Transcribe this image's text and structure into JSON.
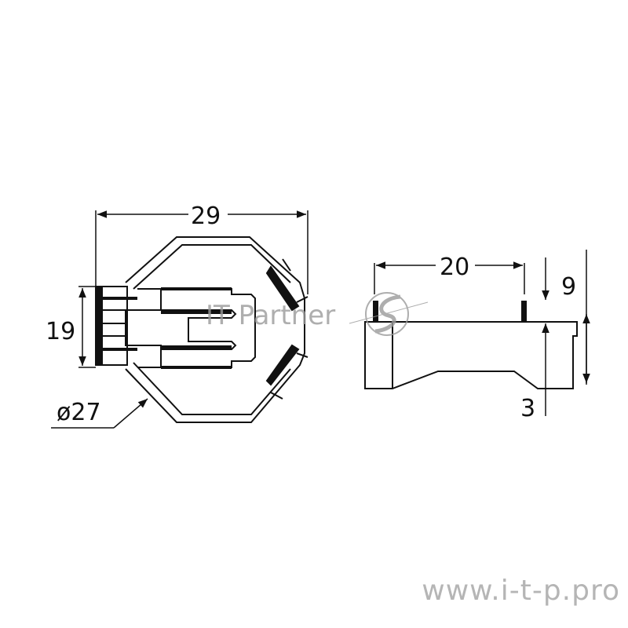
{
  "drawing": {
    "type": "technical drawing - battery holder",
    "dimensions": {
      "width_top": "29",
      "height_left": "19",
      "diameter": "ø27",
      "pin_spacing": "20",
      "height_right": "9",
      "base_height": "3"
    }
  },
  "watermark": {
    "brand": "IT Partner",
    "url": "www.i-t-p.pro"
  },
  "colors": {
    "line": "#111111",
    "watermark": "#9a9a9a",
    "url": "#b5b5b5"
  }
}
